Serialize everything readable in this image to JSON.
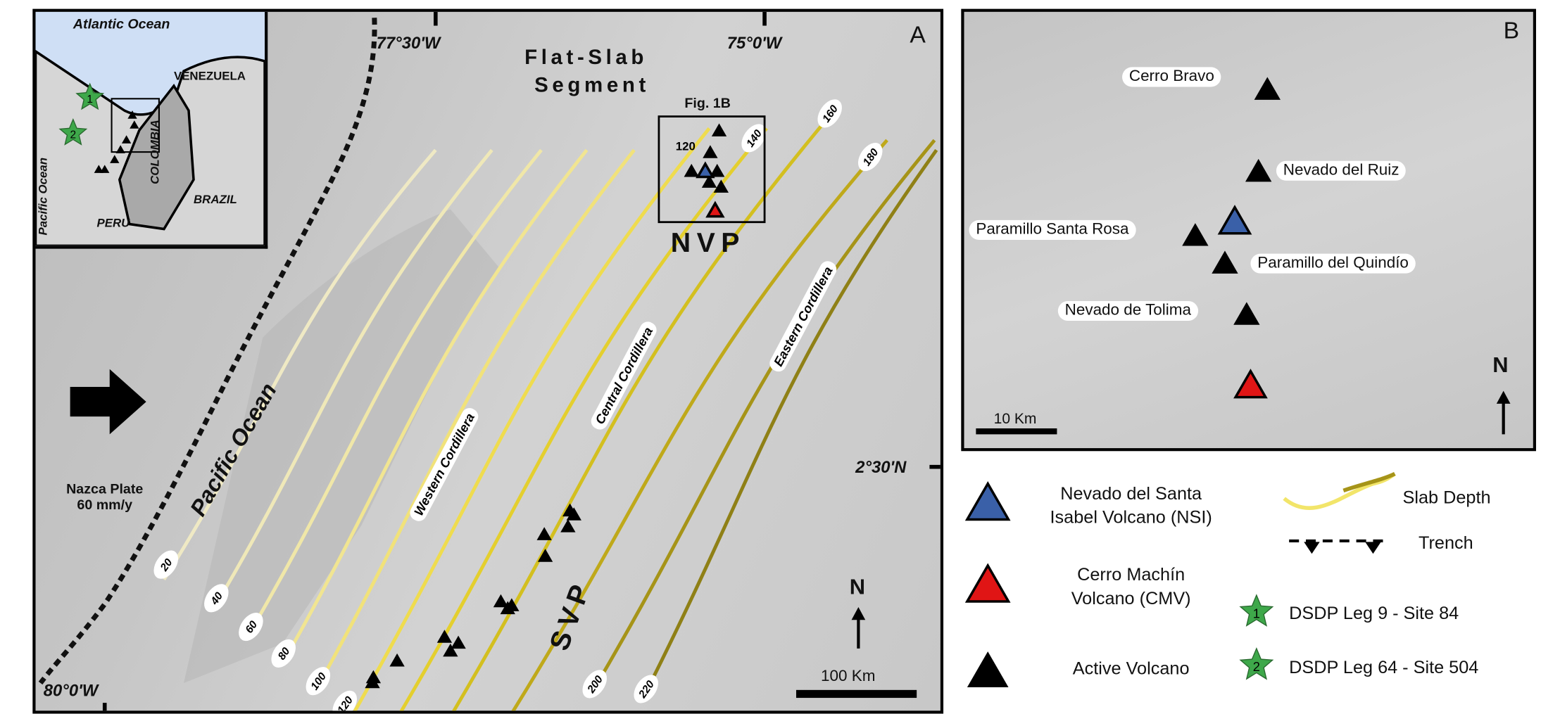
{
  "panel_a": {
    "letter": "A",
    "flat_slab": [
      "Flat-Slab",
      "Segment"
    ],
    "fig_box_label": "Fig. 1B",
    "nvp": "NVP",
    "svp": "SVP",
    "pacific": "Pacific Ocean",
    "western": "Western Cordillera",
    "central": "Central Cordillera",
    "eastern": "Eastern Cordillera",
    "nazca": [
      "Nazca Plate",
      "60 mm/y"
    ],
    "lon_ticks": [
      "77°30'W",
      "75°0'W",
      "80°0'W"
    ],
    "lat_tick": "2°30'N",
    "scale": "100 Km",
    "north": "N",
    "slab_contours": [
      {
        "depth": "20",
        "color": "#efe9c4"
      },
      {
        "depth": "40",
        "color": "#efe8b8"
      },
      {
        "depth": "60",
        "color": "#f0e7a8"
      },
      {
        "depth": "80",
        "color": "#f1e591"
      },
      {
        "depth": "100",
        "color": "#f1e27a"
      },
      {
        "depth": "120",
        "color": "#efdc4e"
      },
      {
        "depth": "140",
        "color": "#e4cf2e"
      },
      {
        "depth": "160",
        "color": "#d3bf1f"
      },
      {
        "depth": "180",
        "color": "#bfa91a"
      },
      {
        "depth": "200",
        "color": "#a69418"
      },
      {
        "depth": "220",
        "color": "#8f8016"
      }
    ]
  },
  "inset": {
    "atlantic": "Atlantic Ocean",
    "venezuela": "VENEZUELA",
    "colombia": "COLOMBIA",
    "pacific": "Pacific Ocean",
    "peru": "PERU",
    "brazil": "BRAZIL",
    "sites": [
      "1",
      "2"
    ],
    "ocean_color": "#cfdff5"
  },
  "panel_b": {
    "letter": "B",
    "volcanoes": [
      "Cerro Bravo",
      "Nevado del Ruiz",
      "Paramillo Santa Rosa",
      "Paramillo del Quindío",
      "Nevado de Tolima"
    ],
    "scale": "10 Km",
    "north": "N"
  },
  "legend": {
    "nsi": [
      "Nevado del Santa",
      "Isabel Volcano (NSI)"
    ],
    "cmv": [
      "Cerro Machín",
      "Volcano (CMV)"
    ],
    "active": "Active Volcano",
    "slab": "Slab Depth",
    "trench": "Trench",
    "site1": "DSDP Leg 9 - Site 84",
    "site2": "DSDP Leg 64 - Site 504",
    "colors": {
      "nsi": "#3a60a8",
      "cmv": "#e01515",
      "site": "#3ea84a"
    }
  }
}
